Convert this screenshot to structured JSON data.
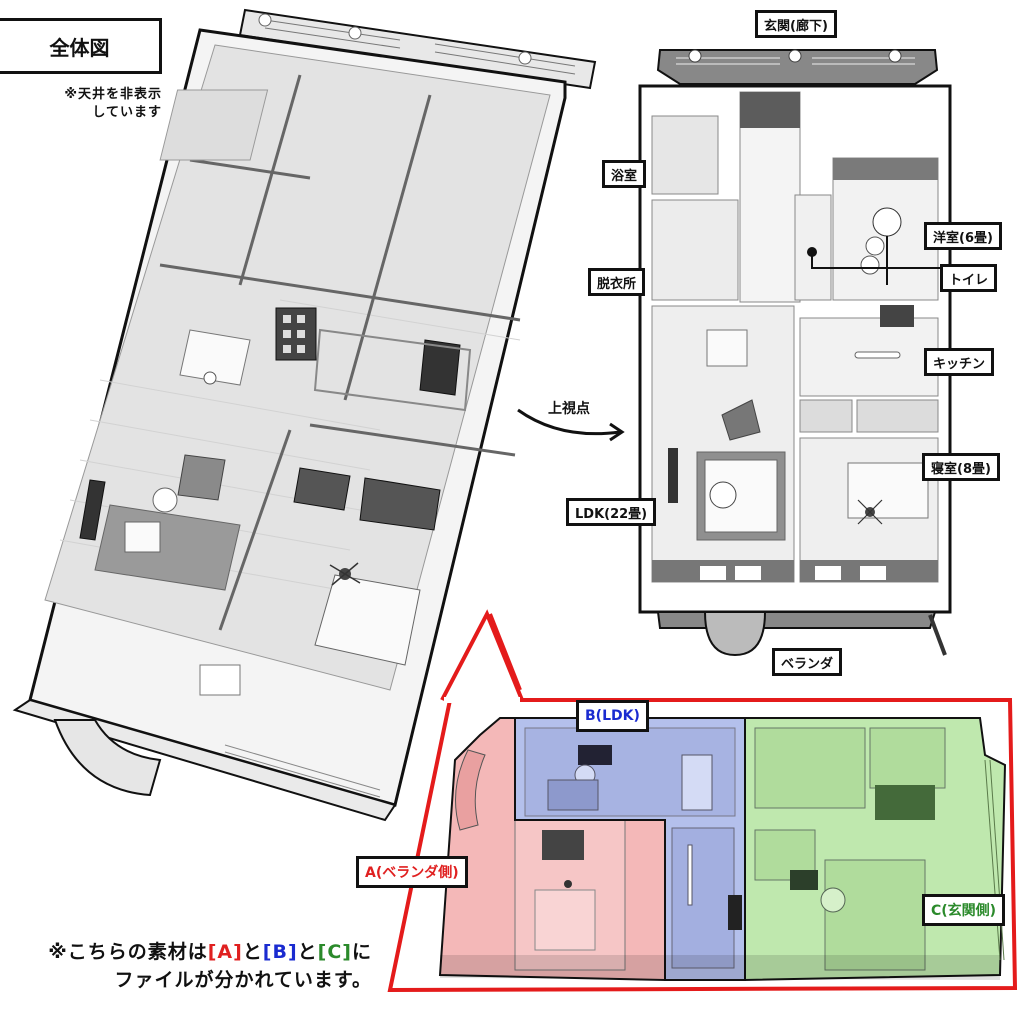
{
  "header": {
    "title": "全体図",
    "note_line1": "※天井を非表示",
    "note_line2": "しています"
  },
  "overview_3d": {
    "description": "isometric apartment model, ceiling hidden",
    "rooms": [
      "浴室",
      "脱衣所",
      "玄関(廊下)",
      "トイレ",
      "洋室(6畳)",
      "LDK(22畳)",
      "キッチン",
      "寝室(8畳)",
      "ベランダ"
    ]
  },
  "arrow": {
    "label": "上視点"
  },
  "top_view": {
    "labels": {
      "entrance": "玄関(廊下)",
      "bathroom": "浴室",
      "dressing": "脱衣所",
      "western_room": "洋室(6畳)",
      "toilet": "トイレ",
      "kitchen": "キッチン",
      "ldk": "LDK(22畳)",
      "bedroom": "寝室(8畳)",
      "veranda": "ベランダ"
    }
  },
  "zones": {
    "a": {
      "label": "A(ベランダ側)",
      "color": "#e02020",
      "tint": "#f4b8b8"
    },
    "b": {
      "label": "B(LDK)",
      "color": "#1a2bd0",
      "tint": "#b4c0ec"
    },
    "c": {
      "label": "C(玄関側)",
      "color": "#2b8a2b",
      "tint": "#bfe8ae"
    }
  },
  "bottom_note": {
    "prefix": "※こちらの素材は",
    "a": "[A]",
    "to1": "と",
    "b": "[B]",
    "to2": "と",
    "c": "[C]",
    "suffix": "に",
    "line2": "ファイルが分かれています。"
  },
  "colors": {
    "outline": "#111111",
    "callout": "#e41b1b",
    "wall": "#f2f2f2",
    "floor": "#e6e6e6",
    "dark": "#555555"
  }
}
